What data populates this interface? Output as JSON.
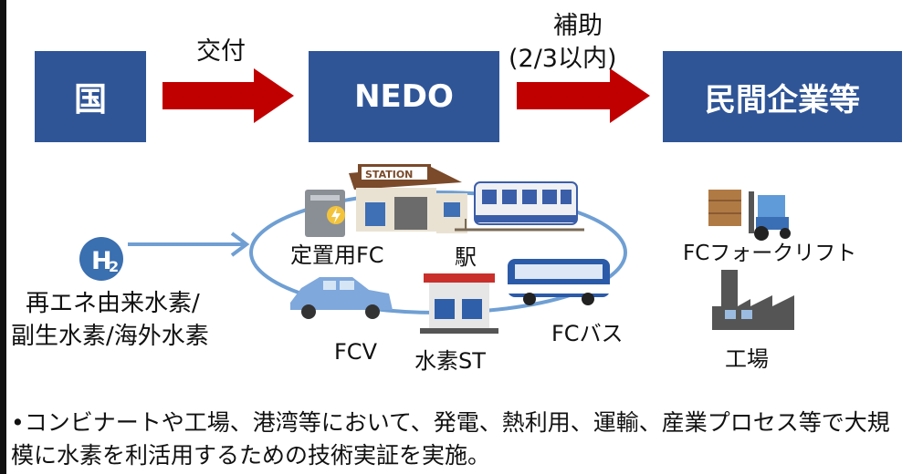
{
  "flow": {
    "box1": "国",
    "box2": "NEDO",
    "box3": "民間企業等",
    "arrow1_label": "交付",
    "arrow2_label_line1": "補助",
    "arrow2_label_line2": "(2/3以内)"
  },
  "hydrogen": {
    "symbol": "H",
    "subscript": "2",
    "source_line1": "再エネ由来水素/",
    "source_line2": "副生水素/海外水素"
  },
  "uses": {
    "stationary_fc": "定置用FC",
    "station": "駅",
    "fcv": "FCV",
    "hydrogen_st": "水素ST",
    "fc_bus": "FCバス",
    "forklift": "FCフォークリフト",
    "factory": "工場",
    "station_sign": "STATION"
  },
  "note": {
    "line1": "•コンビナートや工場、港湾等において、発電、熱利用、運輸、産業プロセス等で大規",
    "line2": "模に水素を利活用するための技術実証を実施。"
  },
  "colors": {
    "box_blue": "#2f5597",
    "arrow_red": "#c00000",
    "h2_blue": "#3a6fb0",
    "loop_blue": "#6f9fd3"
  }
}
